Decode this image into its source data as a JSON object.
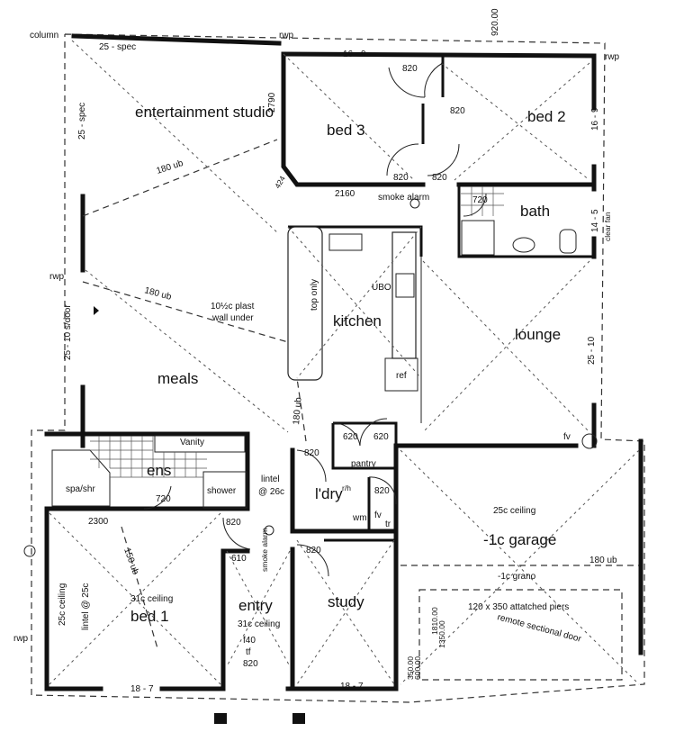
{
  "rooms": {
    "entertainment_studio": "entertainment studio",
    "bed3": "bed 3",
    "bed2": "bed 2",
    "bath": "bath",
    "kitchen": "kitchen",
    "lounge": "lounge",
    "meals": "meals",
    "ens": "ens",
    "pantry": "pantry",
    "ldry": "l'dry",
    "garage": "-1c garage",
    "bed1": "bed 1",
    "entry": "entry",
    "study": "study"
  },
  "fixtures": {
    "vanity": "Vanity",
    "spa_shr": "spa/shr",
    "shower": "shower",
    "ref": "ref",
    "ubo": "UBO",
    "wm": "wm",
    "tr": "tr",
    "fv": "fv",
    "fv2": "fv",
    "rh": "r/h",
    "smoke_alarm": "smoke alarm",
    "smoke_alarm2": "smoke alarm"
  },
  "labels": {
    "column": "column",
    "rwp_top": "rwp",
    "rwp_right": "rwp",
    "rwp_left": "rwp",
    "rwp_bottom": "rwp",
    "spec_top": "25 - spec",
    "spec_left": "25 - spec",
    "dim_920": "920.00",
    "dim_16_9a": "16 - 9",
    "dim_16_9b": "16 - 9",
    "dim_2790": "2790",
    "dim_424": "424",
    "dim_2160": "2160",
    "ub180a": "180 ub",
    "ub180b": "180 ub",
    "ub180c": "180 ub",
    "ub180d": "180 ub",
    "ub150": "150 ub",
    "dim_14_5": "14 - 5",
    "clear_fan": "clear fan",
    "plast": "10½c plast",
    "wall_under": "wall under",
    "top_only": "top only",
    "sdoor": "25 - 10 s/door",
    "dim_25_10": "25 - 10",
    "lintel_26": "lintel",
    "at_26c": "@ 26c",
    "ceiling_25c": "25c ceiling",
    "grano": "-1c grano",
    "piers": "120 x 350 attatched piers",
    "sectional": "remote sectional door",
    "dim_1810": "1810.00",
    "dim_1350": "1350.00",
    "dim_2300": "2300",
    "ceiling_31_bed": "31c ceiling",
    "ceiling_31_entry": "31c ceiling",
    "ceiling_25_left": "25c ceiling",
    "lintel_25": "lintel @ 25c",
    "f40": "f40",
    "tf": "tf",
    "dim_18_7a": "18 - 7",
    "dim_18_7b": "18 - 7",
    "dim_350": "350.00",
    "dim_600": "600.00"
  },
  "doors": {
    "d820_bed3_top": "820",
    "d820_bed2": "820",
    "d820_bed3_bot": "820",
    "d820_bed2_bot": "820",
    "d720_bath": "720",
    "d720_ens": "720",
    "d820_ldry_left": "820",
    "d620a": "620",
    "d620b": "620",
    "d820_ldry": "820",
    "d820_bed1": "820",
    "d610": "610",
    "d820_study": "820",
    "d820_entry": "820"
  }
}
